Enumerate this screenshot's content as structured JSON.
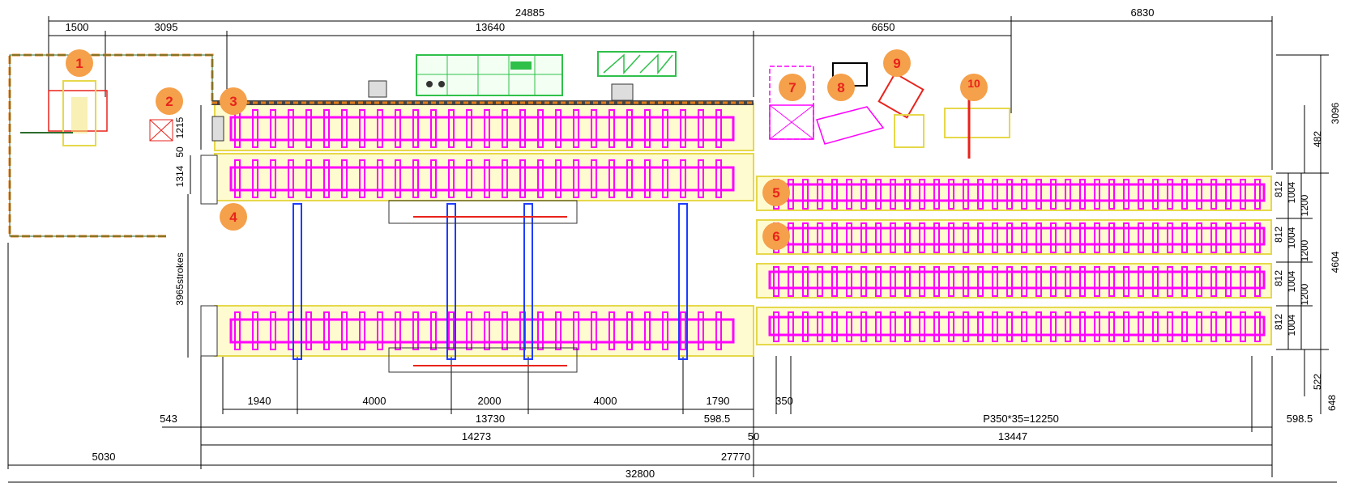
{
  "dimensions": {
    "top": {
      "overall": "24885",
      "right_span": "6830",
      "d1500": "1500",
      "d3095": "3095",
      "d13640": "13640",
      "d6650": "6650"
    },
    "left": {
      "d1215": "1215",
      "d50": "50",
      "d1314": "1314",
      "strokes": "3965strokes"
    },
    "right": {
      "d3096": "3096",
      "d482": "482",
      "d4604": "4604",
      "d522": "522",
      "d648": "648",
      "r812": "812",
      "r1004": "1004",
      "r1200": "1200"
    },
    "bottom": {
      "d1940": "1940",
      "d4000a": "4000",
      "d2000": "2000",
      "d4000b": "4000",
      "d1790": "1790",
      "d350": "350",
      "d543": "543",
      "d13730": "13730",
      "d598_5a": "598.5",
      "pitch": "P350*35=12250",
      "d598_5b": "598.5",
      "d14273": "14273",
      "d50": "50",
      "d13447": "13447",
      "d5030": "5030",
      "d27770": "27770",
      "d32800": "32800"
    }
  },
  "markers": [
    "1",
    "2",
    "3",
    "4",
    "5",
    "6",
    "7",
    "8",
    "9",
    "10"
  ],
  "colors": {
    "marker_fill": "#f5a04a",
    "marker_text": "#e8231c",
    "roller": "#ff00ff",
    "frame": "#e6d84a",
    "transfer": "#1e3cff",
    "cabinet": "#2fc04a",
    "dimension": "#000000"
  }
}
